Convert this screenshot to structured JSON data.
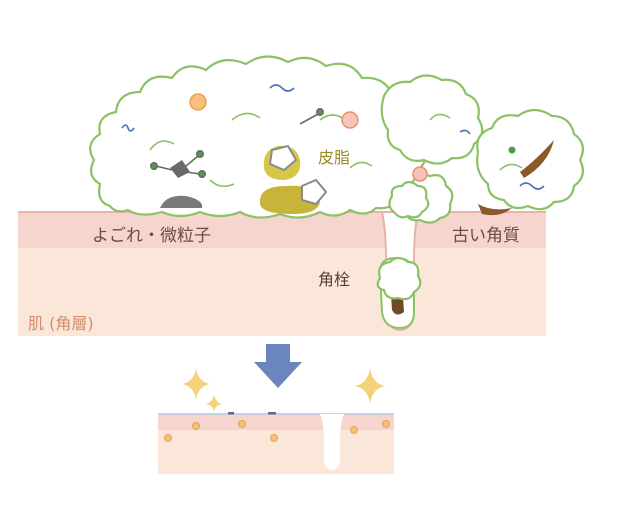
{
  "labels": {
    "dirt": "よごれ・微粒子",
    "sebum": "皮脂",
    "old_horny": "古い角質",
    "pore_plug": "角栓",
    "skin_layer": "肌 (角層)"
  },
  "colors": {
    "skin_top_band": "#f6d5cf",
    "skin_base": "#fbe6da",
    "foam_outline": "#8cc165",
    "sebum_yellow": "#c8b438",
    "arrow_blue": "#6a86bd",
    "sparkle_yellow": "#f3d27a",
    "particle_orange": "#f0a86a",
    "horny_brown": "#8a5a2a"
  },
  "icons": [
    "arrow-down-icon",
    "sparkle-icon",
    "foam-bubble-icon",
    "particle-icon"
  ]
}
